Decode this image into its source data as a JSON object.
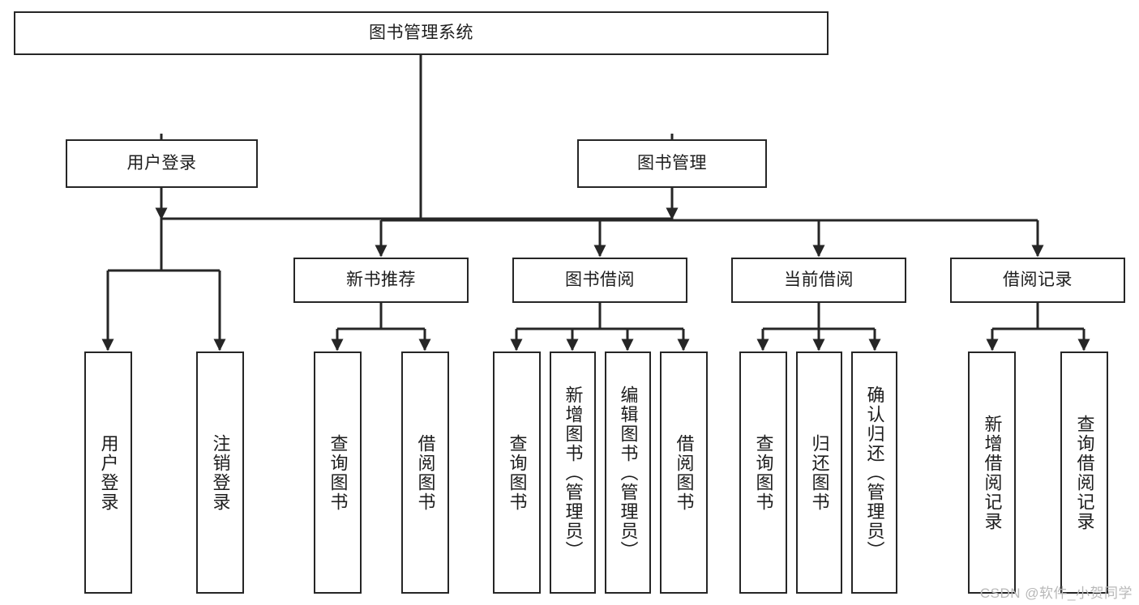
{
  "diagram": {
    "title": "图书管理系统",
    "type": "tree-hierarchy",
    "background_color": "#ffffff",
    "line_color": "#262626",
    "text_color": "#1d1d1d",
    "watermark": "CSDN @软件_小贺同学"
  },
  "nodes": {
    "root": {
      "label": "图书管理系统"
    },
    "level2": [
      {
        "label": "用户登录"
      },
      {
        "label": "图书管理"
      }
    ],
    "level3": [
      {
        "label": "新书推荐"
      },
      {
        "label": "图书借阅"
      },
      {
        "label": "当前借阅"
      },
      {
        "label": "借阅记录"
      }
    ],
    "leaves": {
      "user_login": [
        {
          "label": "用户登录"
        },
        {
          "label": "注销登录"
        }
      ],
      "new_book_recommend": [
        {
          "label": "查询图书"
        },
        {
          "label": "借阅图书"
        }
      ],
      "book_borrow": [
        {
          "label": "查询图书"
        },
        {
          "label": "新增图书（管理员）"
        },
        {
          "label": "编辑图书（管理员）"
        },
        {
          "label": "借阅图书"
        }
      ],
      "current_borrow": [
        {
          "label": "查询图书"
        },
        {
          "label": "归还图书"
        },
        {
          "label": "确认归还（管理员）"
        }
      ],
      "borrow_record": [
        {
          "label": "新增借阅记录"
        },
        {
          "label": "查询借阅记录"
        }
      ]
    }
  }
}
